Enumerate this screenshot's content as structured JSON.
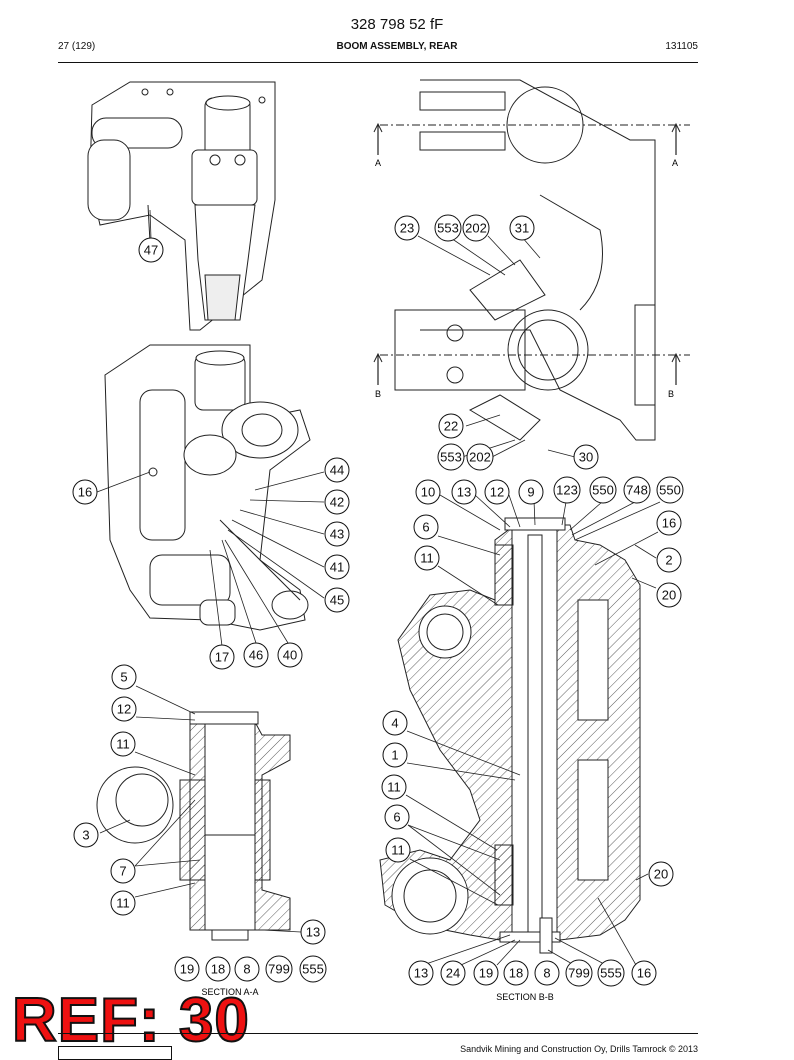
{
  "header": {
    "doc_code": "328 798 52 fF",
    "page_ref": "27 (129)",
    "title": "BOOM ASSEMBLY, REAR",
    "date_code": "131105"
  },
  "section_labels": {
    "aa": "SECTION A-A",
    "bb": "SECTION B-B",
    "cut_a": "A",
    "cut_b": "B"
  },
  "stamp": "REF: 30",
  "footer": {
    "copyright": "Sandvik Mining and Construction Oy, Drills Tamrock © 2013"
  },
  "callouts": [
    {
      "label": "47"
    },
    {
      "label": "23"
    },
    {
      "label": "553"
    },
    {
      "label": "202"
    },
    {
      "label": "31"
    },
    {
      "label": "22"
    },
    {
      "label": "553"
    },
    {
      "label": "202"
    },
    {
      "label": "30"
    },
    {
      "label": "16"
    },
    {
      "label": "44"
    },
    {
      "label": "42"
    },
    {
      "label": "43"
    },
    {
      "label": "41"
    },
    {
      "label": "45"
    },
    {
      "label": "17"
    },
    {
      "label": "46"
    },
    {
      "label": "40"
    },
    {
      "label": "10"
    },
    {
      "label": "13"
    },
    {
      "label": "12"
    },
    {
      "label": "9"
    },
    {
      "label": "123"
    },
    {
      "label": "550"
    },
    {
      "label": "748"
    },
    {
      "label": "550"
    },
    {
      "label": "6"
    },
    {
      "label": "16"
    },
    {
      "label": "11"
    },
    {
      "label": "2"
    },
    {
      "label": "20"
    },
    {
      "label": "5"
    },
    {
      "label": "12"
    },
    {
      "label": "11"
    },
    {
      "label": "3"
    },
    {
      "label": "7"
    },
    {
      "label": "11"
    },
    {
      "label": "13"
    },
    {
      "label": "19"
    },
    {
      "label": "18"
    },
    {
      "label": "8"
    },
    {
      "label": "799"
    },
    {
      "label": "555"
    },
    {
      "label": "4"
    },
    {
      "label": "1"
    },
    {
      "label": "11"
    },
    {
      "label": "6"
    },
    {
      "label": "11"
    },
    {
      "label": "20"
    },
    {
      "label": "13"
    },
    {
      "label": "24"
    },
    {
      "label": "19"
    },
    {
      "label": "18"
    },
    {
      "label": "8"
    },
    {
      "label": "799"
    },
    {
      "label": "555"
    },
    {
      "label": "16"
    }
  ]
}
